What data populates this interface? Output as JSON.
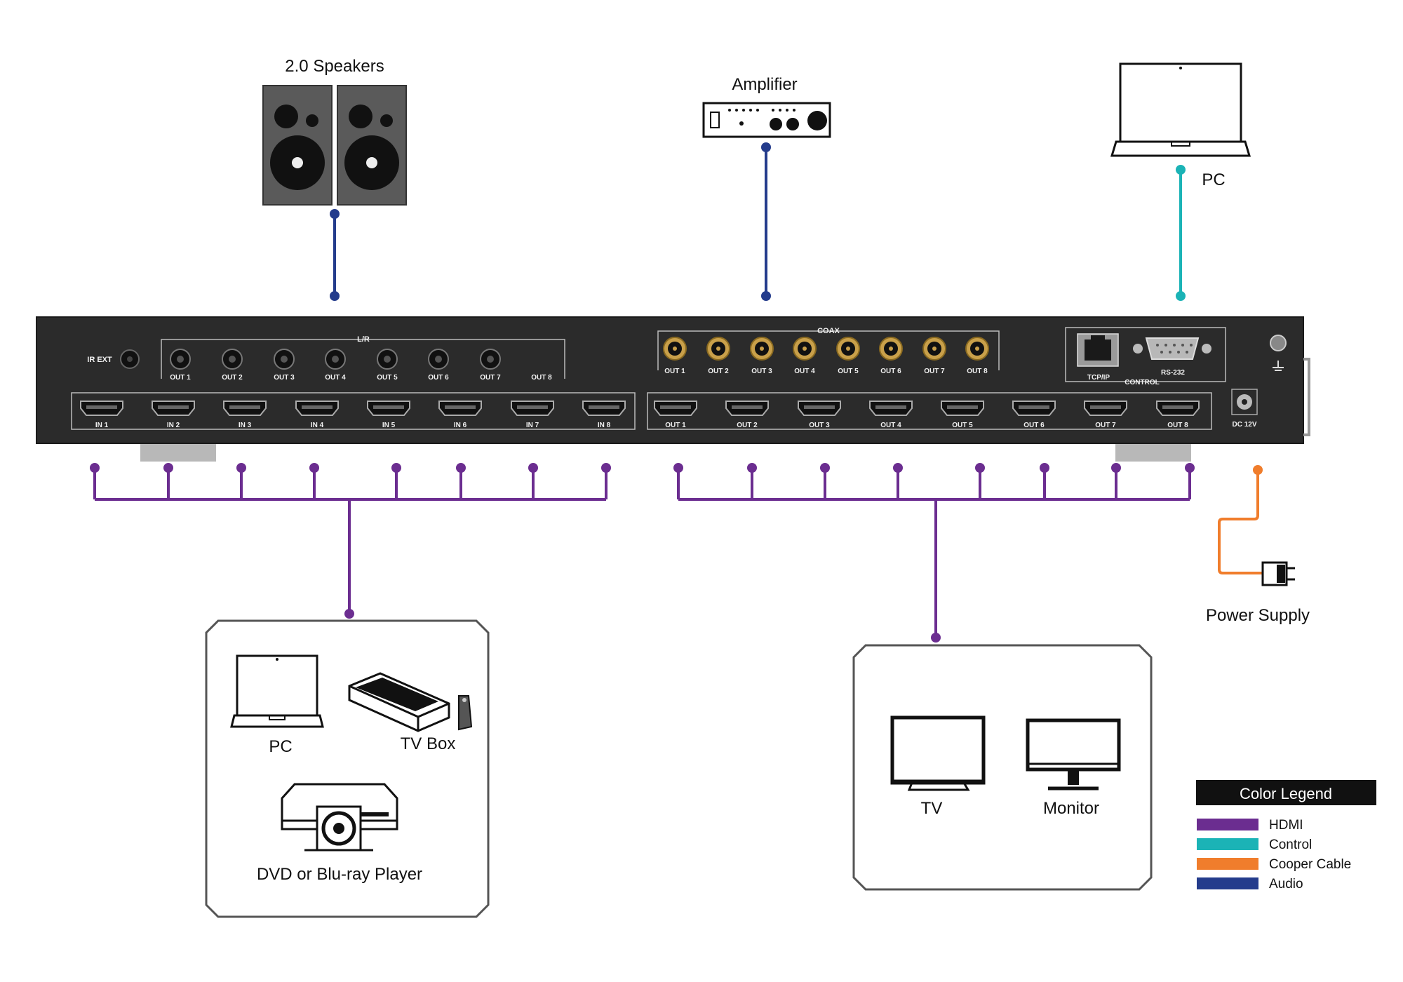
{
  "devices": {
    "speakers": "2.0 Speakers",
    "amplifier": "Amplifier",
    "pc_top": "PC",
    "power_supply": "Power Supply",
    "source_pc": "PC",
    "source_tvbox": "TV Box",
    "source_dvd": "DVD or Blu-ray Player",
    "display_tv": "TV",
    "display_monitor": "Monitor"
  },
  "panel": {
    "ir_ext": "IR EXT",
    "lr": "L/R",
    "coax": "COAX",
    "tcpip": "TCP/IP",
    "rs232": "RS-232",
    "control": "CONTROL",
    "dc": "DC 12V",
    "audio_outs": [
      "OUT 1",
      "OUT 2",
      "OUT 3",
      "OUT 4",
      "OUT 5",
      "OUT 6",
      "OUT 7",
      "OUT 8"
    ],
    "coax_outs": [
      "OUT 1",
      "OUT 2",
      "OUT 3",
      "OUT 4",
      "OUT 5",
      "OUT 6",
      "OUT 7",
      "OUT 8"
    ],
    "hdmi_ins": [
      "IN 1",
      "IN 2",
      "IN 3",
      "IN 4",
      "IN 5",
      "IN 6",
      "IN 7",
      "IN 8"
    ],
    "hdmi_outs": [
      "OUT 1",
      "OUT 2",
      "OUT 3",
      "OUT 4",
      "OUT 5",
      "OUT 6",
      "OUT 7",
      "OUT 8"
    ]
  },
  "legend": {
    "title": "Color Legend",
    "items": [
      {
        "label": "HDMI",
        "color": "#6b2d90"
      },
      {
        "label": "Control",
        "color": "#1bb3b6"
      },
      {
        "label": "Cooper Cable",
        "color": "#f07d2c"
      },
      {
        "label": "Audio",
        "color": "#243c8c"
      }
    ]
  },
  "colors": {
    "hdmi": "#6b2d90",
    "control": "#1bb3b6",
    "copper": "#f07d2c",
    "audio": "#243c8c",
    "chassis": "#2b2b2b"
  }
}
